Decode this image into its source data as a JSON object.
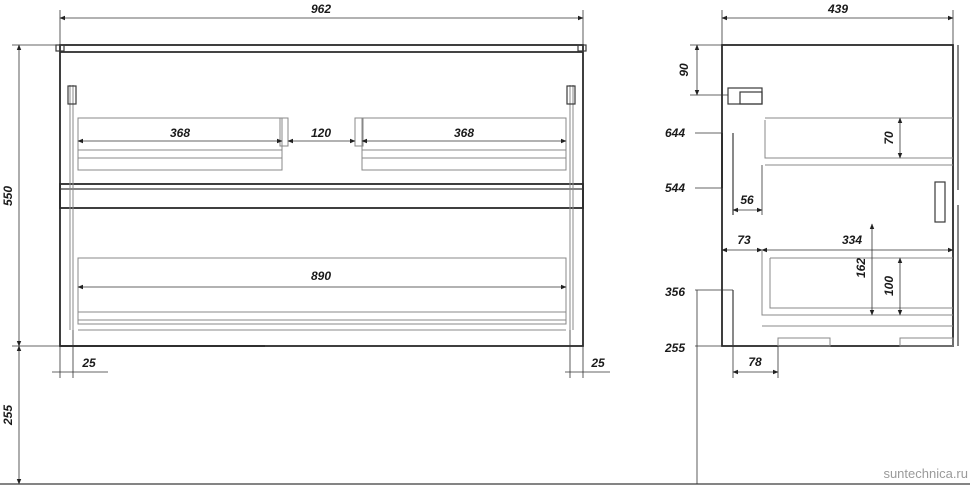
{
  "front_view": {
    "overall_width": "962",
    "overall_height": "550",
    "leg_height": "255",
    "top_drawer_left_width": "368",
    "top_drawer_gap": "120",
    "top_drawer_right_width": "368",
    "bottom_drawer_width": "890",
    "left_offset": "25",
    "right_offset": "25"
  },
  "side_view": {
    "depth": "439",
    "top_offset": "90",
    "level_644": "644",
    "level_544": "544",
    "level_356": "356",
    "level_255": "255",
    "upper_drawer_height": "70",
    "inset_56": "56",
    "inset_73": "73",
    "drawer_depth_334": "334",
    "lower_drawer_height_162": "162",
    "lower_drawer_height_100": "100",
    "bottom_inset_78": "78"
  },
  "watermark": "suntechnica.ru",
  "colors": {
    "line": "#2a2a2a",
    "text": "#1a1a1a",
    "watermark": "#9a9a9a"
  }
}
